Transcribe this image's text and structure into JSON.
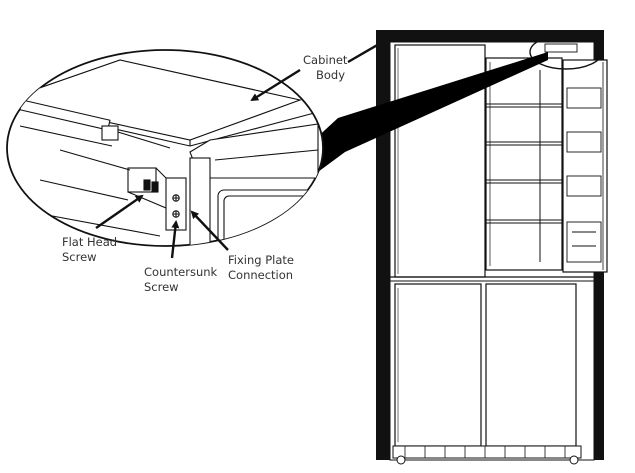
{
  "labels": {
    "cabinet_body": [
      "Cabinet",
      "Body"
    ],
    "flat_head_screw": [
      "Flat Head",
      "Screw"
    ],
    "countersunk_screw": [
      "Countersunk",
      "Screw"
    ],
    "fixing_plate_connection": [
      "Fixing Plate",
      "Connection"
    ]
  },
  "colors": {
    "line": "#111111",
    "text": "#333333",
    "fill": "#ffffff",
    "shadow": "#000000"
  }
}
